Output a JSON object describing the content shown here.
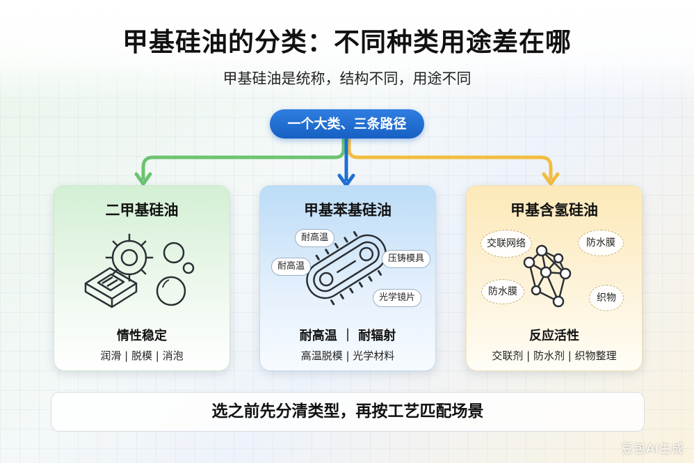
{
  "header": {
    "title": "甲基硅油的分类：不同种类用途差在哪",
    "subtitle": "甲基硅油是统称，结构不同，用途不同"
  },
  "root": {
    "label": "一个大类、三条路径"
  },
  "colors": {
    "green": "#6cc36f",
    "blue": "#1f6fd4",
    "yellow": "#f2bd3e"
  },
  "cards": [
    {
      "title": "二甲基硅油",
      "feature": "情性稳定",
      "uses": "润滑 | 脱模 | 消泡",
      "icons": [
        "gear-icon",
        "soap-bar-icon",
        "bubbles-icon"
      ]
    },
    {
      "title": "甲基苯基硅油",
      "feature": "耐高温 ｜ 耐辐射",
      "uses": "高温脱模 | 光学材料",
      "icons": [
        "conveyor-chain-icon"
      ],
      "tags": [
        "耐高温",
        "耐高温",
        "压铸模具",
        "光学镜片"
      ]
    },
    {
      "title": "甲基含氢硅油",
      "feature": "反应活性",
      "uses": "交联剂 | 防水剂 | 织物整理",
      "icons": [
        "molecule-network-icon"
      ],
      "bubbles": [
        "交联网络",
        "防水膜",
        "防水膜",
        "织物"
      ]
    }
  ],
  "footer": {
    "note": "选之前先分清类型，再按工艺匹配场景"
  },
  "watermark": "豆包AI生成"
}
